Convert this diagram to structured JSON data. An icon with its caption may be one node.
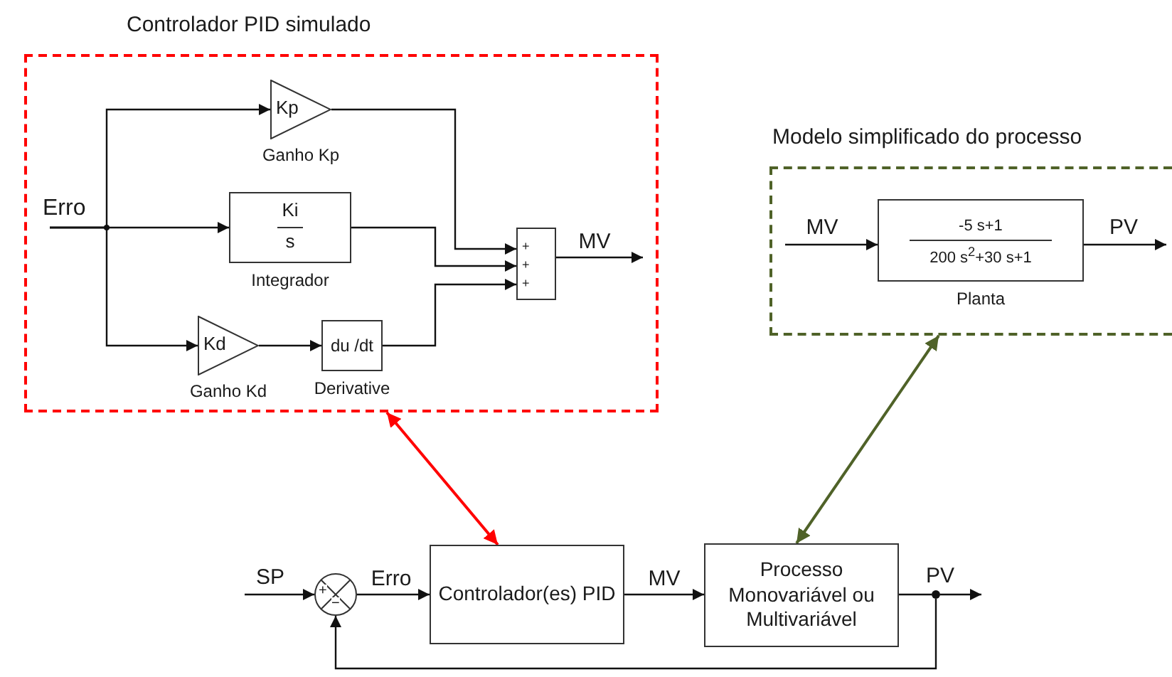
{
  "diagram": {
    "nodes": [
      {
        "text": [
          "Controlador PID simulado"
        ]
      },
      {
        "text": [
          "Kp"
        ],
        "beside": [
          "Ganho Kp"
        ],
        "in": 0
      },
      {
        "text": [
          "Ki",
          "s"
        ],
        "beside": [
          "Integrador"
        ],
        "in": 0
      },
      {
        "text": [
          "Kd"
        ],
        "beside": [
          "Ganho Kd"
        ],
        "in": 0
      },
      {
        "text": [
          "du /dt"
        ],
        "beside": [
          "Derivative"
        ],
        "in": 0
      },
      {
        "text": [
          "+",
          "+",
          "+"
        ],
        "in": 0
      },
      {
        "text": [
          "Erro"
        ],
        "in": 0
      },
      {
        "text": [
          "Modelo simplificado do processo"
        ]
      },
      {
        "text": [
          "-5 s+1",
          "200 s$^{2}$+30 s+1"
        ],
        "beside": [
          "Planta"
        ],
        "in": 7
      },
      {
        "text": [
          "+",
          "−"
        ]
      },
      {
        "text": [
          "Controlador(es) PID"
        ]
      },
      {
        "text": [
          "Processo Monovariável ou Multivariável"
        ]
      },
      {
        "text": [],
        "shape": "circle"
      }
    ],
    "edges": [
      {
        "from": 6,
        "to": 1,
        "arrow": "to"
      },
      {
        "from": 6,
        "to": 2,
        "arrow": "to"
      },
      {
        "from": 6,
        "to": 3,
        "arrow": "to"
      },
      {
        "from": 1,
        "to": 5,
        "arrow": "to"
      },
      {
        "from": 2,
        "to": 5,
        "arrow": "to"
      },
      {
        "from": 3,
        "to": 4,
        "arrow": "to"
      },
      {
        "from": 4,
        "to": 5,
        "arrow": "to"
      },
      {
        "from": 5,
        "to": null,
        "arrow": "to",
        "label": "MV"
      },
      {
        "from": null,
        "to": 8,
        "arrow": "to",
        "label": "MV"
      },
      {
        "from": 8,
        "to": null,
        "arrow": "to",
        "label": "PV"
      },
      {
        "from": null,
        "to": 9,
        "arrow": "to",
        "label": "SP"
      },
      {
        "from": 9,
        "to": 10,
        "arrow": "to",
        "label": "Erro"
      },
      {
        "from": 10,
        "to": 11,
        "arrow": "to",
        "label": "MV"
      },
      {
        "from": 11,
        "to": 12,
        "arrow": "none",
        "label": "PV"
      },
      {
        "from": 12,
        "to": null,
        "arrow": "to"
      },
      {
        "from": 12,
        "to": 9,
        "arrow": "to"
      },
      {
        "from": 0,
        "to": 10,
        "arrow": "both",
        "color": "#ff0000"
      },
      {
        "from": 7,
        "to": 11,
        "arrow": "both",
        "color": "#4f6228"
      }
    ]
  }
}
